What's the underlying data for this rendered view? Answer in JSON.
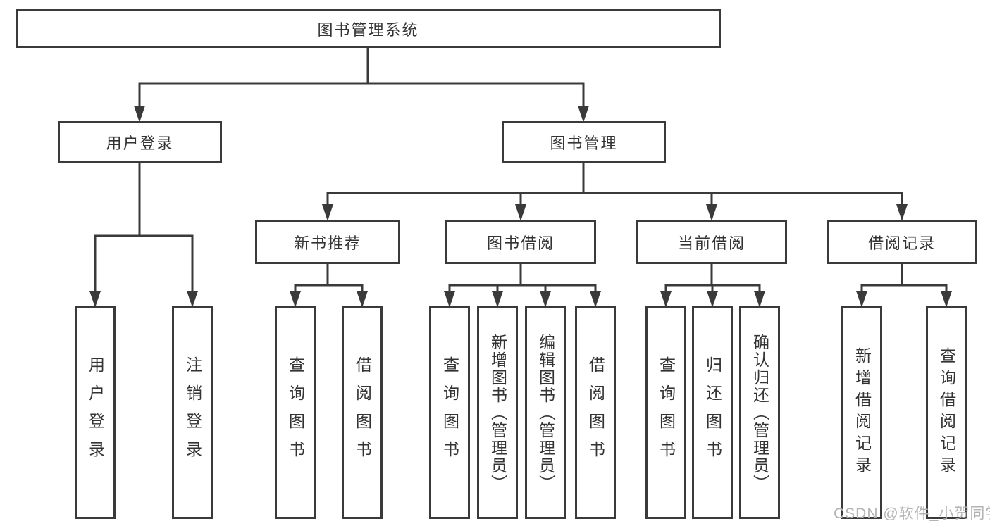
{
  "diagram": {
    "root": {
      "label": "图书管理系统"
    },
    "branches": [
      {
        "label": "用户登录",
        "children": [
          {
            "label": "用户登录"
          },
          {
            "label": "注销登录"
          }
        ]
      },
      {
        "label": "图书管理",
        "groups": [
          {
            "label": "新书推荐",
            "children": [
              {
                "label": "查询图书"
              },
              {
                "label": "借阅图书"
              }
            ]
          },
          {
            "label": "图书借阅",
            "children": [
              {
                "label": "查询图书"
              },
              {
                "label": "新增图书（管理员）"
              },
              {
                "label": "编辑图书（管理员）"
              },
              {
                "label": "借阅图书"
              }
            ]
          },
          {
            "label": "当前借阅",
            "children": [
              {
                "label": "查询图书"
              },
              {
                "label": "归还图书"
              },
              {
                "label": "确认归还（管理员）"
              }
            ]
          },
          {
            "label": "借阅记录",
            "children": [
              {
                "label": "新增借阅记录"
              },
              {
                "label": "查询借阅记录"
              }
            ]
          }
        ]
      }
    ]
  },
  "watermark": {
    "text": "CSDN @软件_小贺同学"
  },
  "colors": {
    "line": "#3a3a3a",
    "text": "#333333",
    "watermark": "#b3b3b3"
  }
}
